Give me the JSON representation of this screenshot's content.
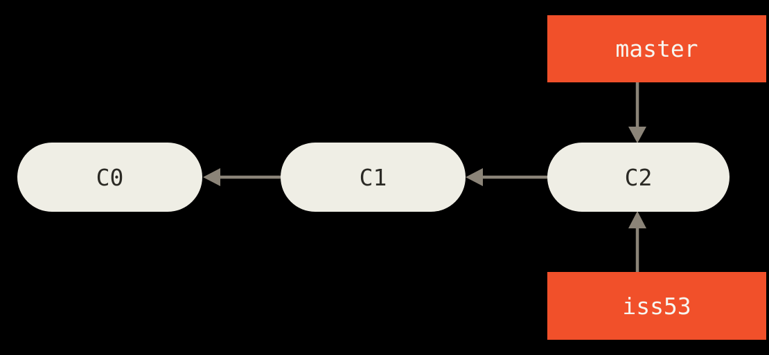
{
  "diagram": {
    "type": "git-commit-graph",
    "background_color": "#000000",
    "commit_node_fill": "#efeee5",
    "commit_node_text_color": "#2b2a25",
    "branch_box_fill": "#f1502a",
    "branch_box_text_color": "#f7f6f0",
    "arrow_color": "#8b8478",
    "nodes": [
      {
        "id": "C0",
        "label": "C0"
      },
      {
        "id": "C1",
        "label": "C1"
      },
      {
        "id": "C2",
        "label": "C2"
      }
    ],
    "branches": [
      {
        "id": "master",
        "label": "master"
      },
      {
        "id": "iss53",
        "label": "iss53"
      }
    ],
    "edges": [
      {
        "from": "C1",
        "to": "C0"
      },
      {
        "from": "C2",
        "to": "C1"
      },
      {
        "from": "master",
        "to": "C2"
      },
      {
        "from": "iss53",
        "to": "C2"
      }
    ]
  }
}
